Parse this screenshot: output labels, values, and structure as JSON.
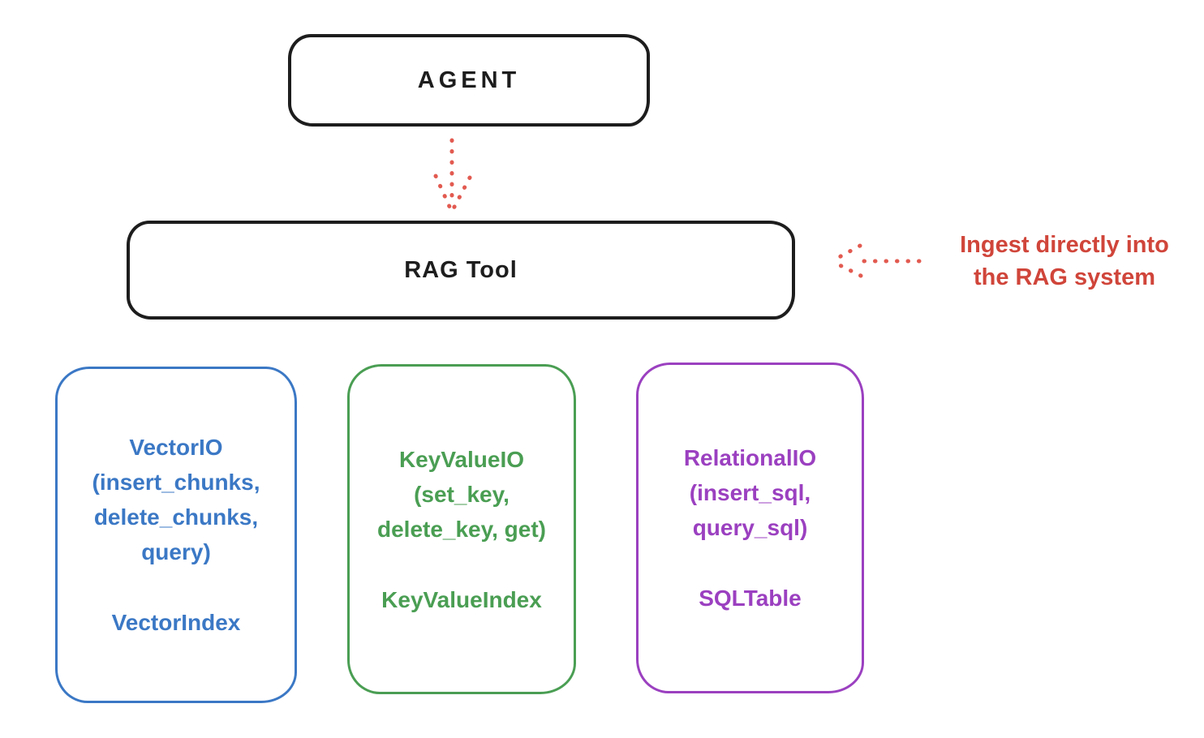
{
  "colors": {
    "ink": "#1d1d1d",
    "red-text": "#d0453a",
    "red-arrow": "#e25a50",
    "blue": "#3b78c5",
    "green": "#4a9e53",
    "purple": "#9b40c0"
  },
  "nodes": {
    "agent": {
      "label": "AGENT"
    },
    "rag_tool": {
      "label": "RAG Tool"
    },
    "vector_io": {
      "lines": [
        "VectorIO",
        "(insert_chunks,",
        "delete_chunks,",
        "query)"
      ],
      "index_label": "VectorIndex"
    },
    "key_value_io": {
      "lines": [
        "KeyValueIO",
        "(set_key,",
        "delete_key, get)"
      ],
      "index_label": "KeyValueIndex"
    },
    "relational_io": {
      "lines": [
        "RelationalIO",
        "(insert_sql,",
        "query_sql)"
      ],
      "index_label": "SQLTable"
    }
  },
  "annotation": {
    "lines": [
      "Ingest directly into",
      "the RAG system"
    ]
  }
}
